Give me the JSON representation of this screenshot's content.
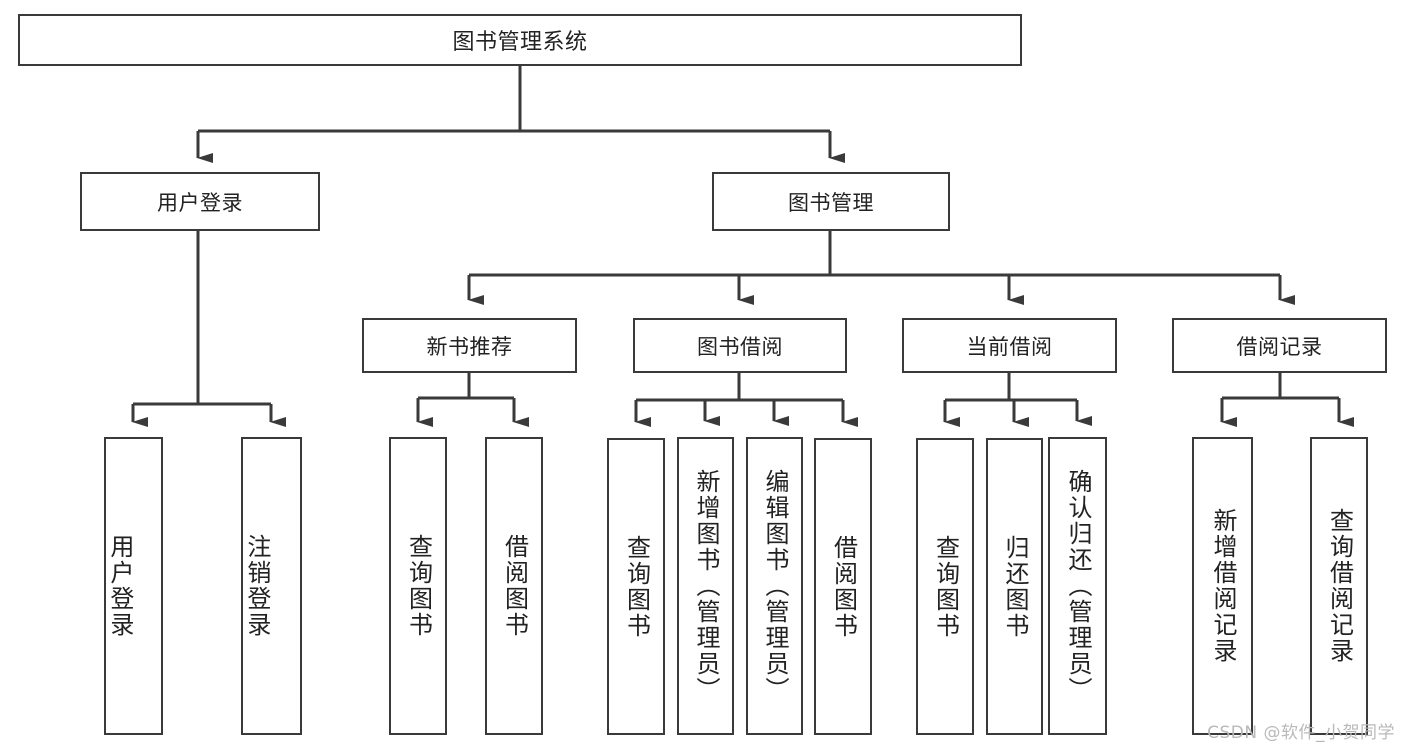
{
  "diagram": {
    "type": "tree-hierarchy-chart",
    "title": "图书管理系统",
    "colors": {
      "background": "#ffffff",
      "border": "#3a3a3a",
      "text": "#222222",
      "connector": "#3a3a3a",
      "watermark": "#b9b9b9"
    },
    "root": {
      "label": "图书管理系统"
    },
    "level2": [
      {
        "label": "用户登录"
      },
      {
        "label": "图书管理"
      }
    ],
    "level3": [
      {
        "label": "新书推荐"
      },
      {
        "label": "图书借阅"
      },
      {
        "label": "当前借阅"
      },
      {
        "label": "借阅记录"
      }
    ],
    "leaves": {
      "user_login": [
        {
          "label": "用户登录"
        },
        {
          "label": "注销登录"
        }
      ],
      "new_book_recommend": [
        {
          "label": "查询图书"
        },
        {
          "label": "借阅图书"
        }
      ],
      "book_borrow": [
        {
          "label": "查询图书"
        },
        {
          "label": "新增图书（管理员）"
        },
        {
          "label": "编辑图书（管理员）"
        },
        {
          "label": "借阅图书"
        }
      ],
      "current_borrow": [
        {
          "label": "查询图书"
        },
        {
          "label": "归还图书"
        },
        {
          "label": "确认归还（管理员）"
        }
      ],
      "borrow_records": [
        {
          "label": "新增借阅记录"
        },
        {
          "label": "查询借阅记录"
        }
      ]
    }
  },
  "watermark": {
    "text": "CSDN @软件_小贺同学"
  }
}
